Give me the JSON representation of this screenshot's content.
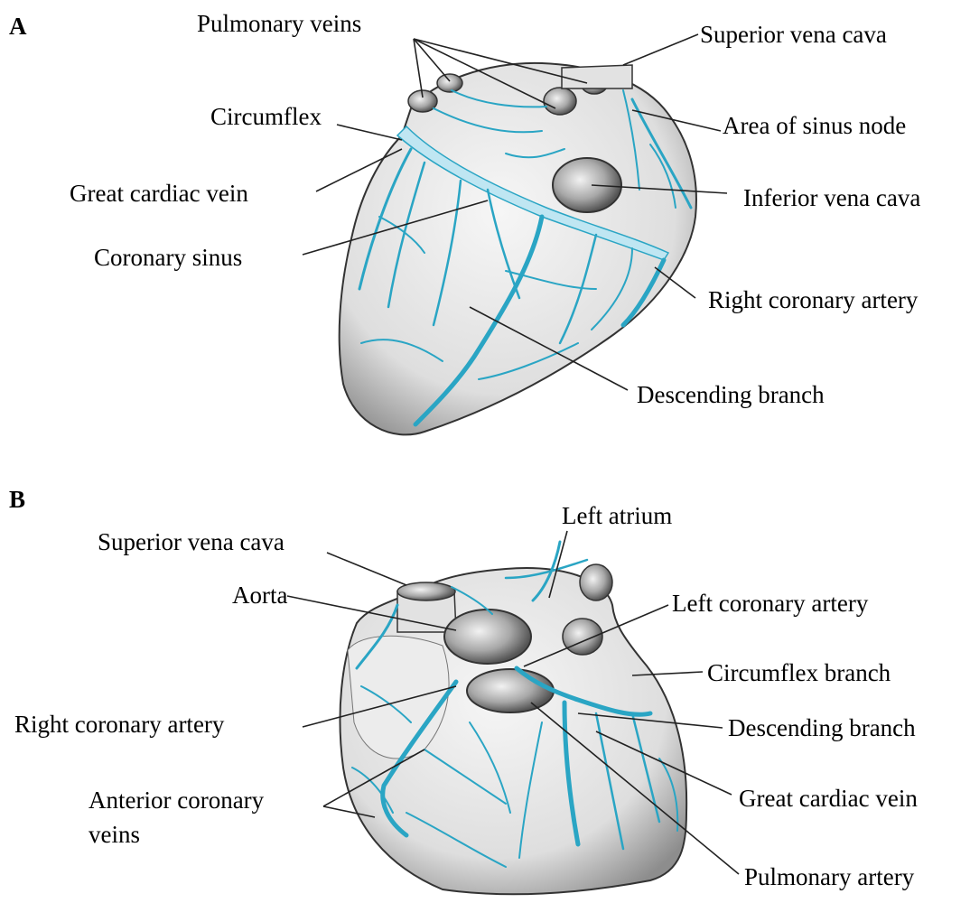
{
  "panels": {
    "a": {
      "letter": "A",
      "labels": {
        "pulmonary_veins": "Pulmonary veins",
        "superior_vena_cava": "Superior vena cava",
        "circumflex": "Circumflex",
        "area_of_sinus_node": "Area of sinus node",
        "great_cardiac_vein": "Great cardiac vein",
        "inferior_vena_cava": "Inferior vena cava",
        "coronary_sinus": "Coronary sinus",
        "right_coronary_artery": "Right coronary artery",
        "descending_branch": "Descending branch"
      }
    },
    "b": {
      "letter": "B",
      "labels": {
        "left_atrium": "Left atrium",
        "superior_vena_cava": "Superior vena cava",
        "aorta": "Aorta",
        "left_coronary_artery": "Left coronary artery",
        "circumflex_branch": "Circumflex branch",
        "right_coronary_artery": "Right coronary artery",
        "descending_branch": "Descending branch",
        "anterior_coronary_veins_line1": "Anterior coronary",
        "anterior_coronary_veins_line2": "veins",
        "great_cardiac_vein": "Great cardiac vein",
        "pulmonary_artery": "Pulmonary artery"
      }
    }
  },
  "colors": {
    "vessel": "#2aa5c4",
    "heart_fill": "#e8e8e8",
    "heart_shadow": "#9a9a9a",
    "sinus": "#bfe6f2",
    "outline": "#333333"
  }
}
